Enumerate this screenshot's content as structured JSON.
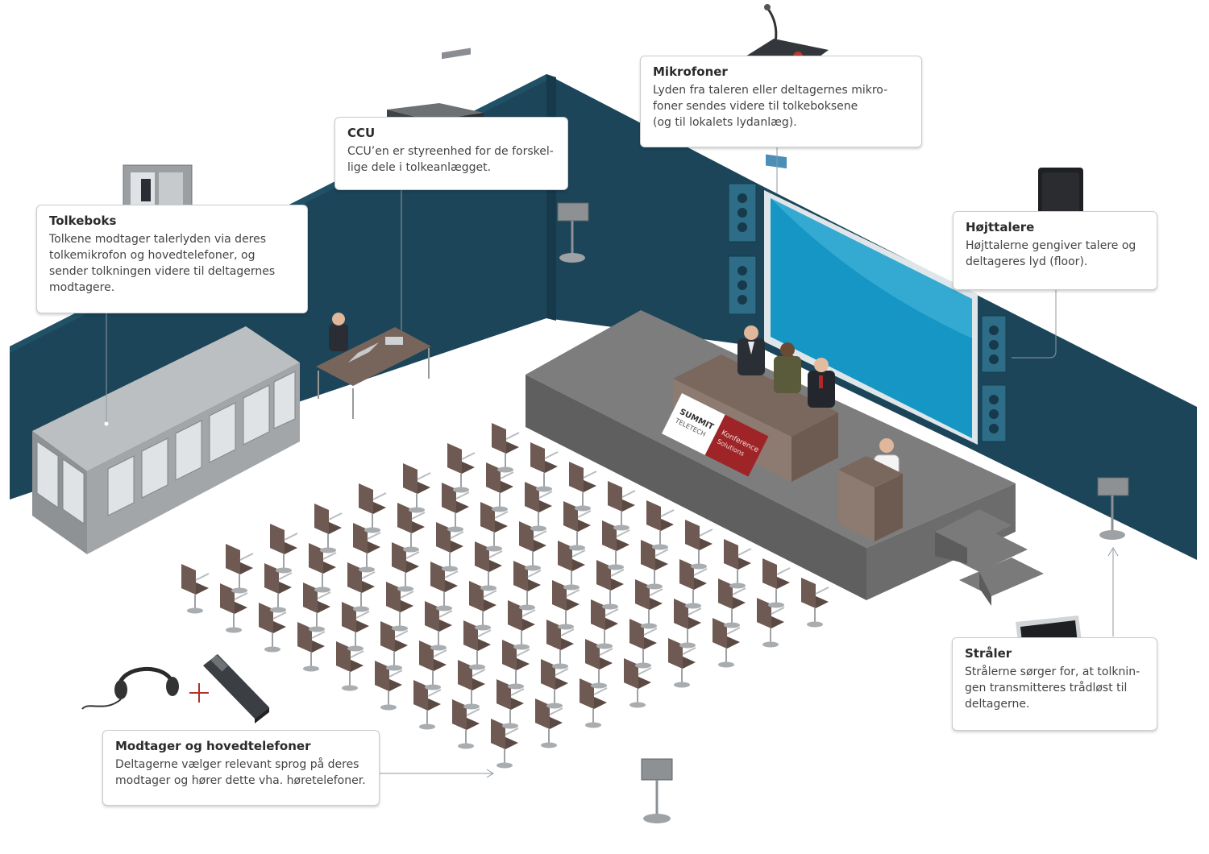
{
  "colors": {
    "wall": "#1c4559",
    "wall_dark": "#163a4c",
    "stage": "#7a7a7b",
    "screen": "#1596c4",
    "chair": "#6e5a52",
    "booth": "#a9acae",
    "callout_border": "#c9ccd0",
    "line": "#8e9aa2"
  },
  "callouts": {
    "tolkeboks": {
      "title": "Tolkeboks",
      "text": "Tolkene modtager talerlyden via deres\ntolkemikrofon og hovedtelefoner, og\nsender tolkningen videre til deltagernes\nmodtagere."
    },
    "ccu": {
      "title": "CCU",
      "text": "CCU’en er styreenhed for de forskel-\nlige dele i tolkeanlægget."
    },
    "mikrofoner": {
      "title": "Mikrofoner",
      "text": "Lyden fra taleren eller deltagernes mikro-\nfoner sendes videre til tolkeboksene\n(og til lokalets lydanlæg)."
    },
    "hojttalere": {
      "title": "Højttalere",
      "text": "Højttalerne gengiver talere og\ndeltageres lyd (floor)."
    },
    "straler": {
      "title": "Stråler",
      "text": "Strålerne sørger for, at tolknin-\ngen transmitteres trådløst til\ndeltagerne."
    },
    "modtager": {
      "title": "Modtager og hovedtelefoner",
      "text": "Deltagerne vælger relevant sprog på deres\nmodtager og hører dette vha. høretelefoner."
    }
  },
  "sign": {
    "brand_line1": "SUMMIT",
    "brand_line2": "TELETECH",
    "tag_line1": "Konference",
    "tag_line2": "Solutions"
  },
  "icons": {
    "plus": "plus-icon",
    "headphones": "headphones-icon",
    "receiver": "receiver-icon"
  }
}
